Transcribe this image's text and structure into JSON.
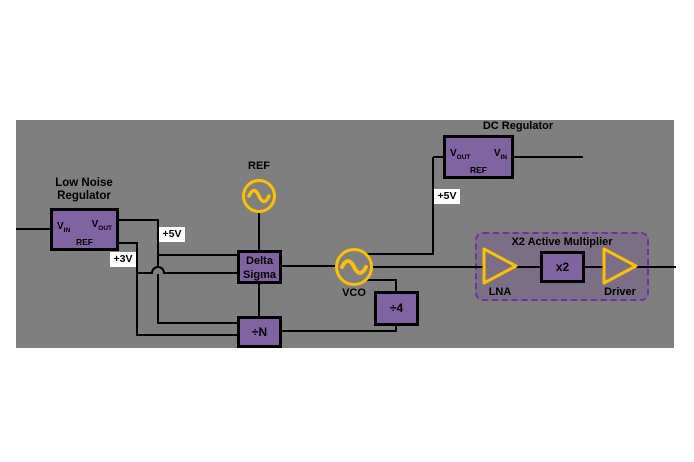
{
  "colors": {
    "canvas_bg": "#ffffff",
    "panel_bg": "#7f7f7f",
    "block_fill": "#8064a2",
    "block_border": "#000000",
    "wire": "#000000",
    "oscillator_yellow": "#ffc000",
    "multiplier_outline_purple": "#7030a0",
    "voltage_label_bg": "#ffffff"
  },
  "low_noise_regulator": {
    "title_line1": "Low Noise",
    "title_line2": "Regulator",
    "pin_in": "V",
    "pin_in_sub": "IN",
    "pin_out": "V",
    "pin_out_sub": "OUT",
    "pin_ref": "REF"
  },
  "dc_regulator": {
    "title": "DC Regulator",
    "pin_out": "V",
    "pin_out_sub": "OUT",
    "pin_in": "V",
    "pin_in_sub": "IN",
    "pin_ref": "REF"
  },
  "delta_sigma": {
    "line1": "Delta",
    "line2": "Sigma"
  },
  "divider_n": {
    "label": "÷N"
  },
  "divider_4": {
    "label": "÷4"
  },
  "ref_oscillator": {
    "label": "REF"
  },
  "vco_oscillator": {
    "label": "VCO"
  },
  "multiplier": {
    "title": "X2 Active Multiplier",
    "lna_label": "LNA",
    "x2_label": "x2",
    "driver_label": "Driver"
  },
  "voltage_labels": {
    "regulator_5v": "+5V",
    "regulator_3v": "+3V",
    "dc_5v": "+5V"
  }
}
